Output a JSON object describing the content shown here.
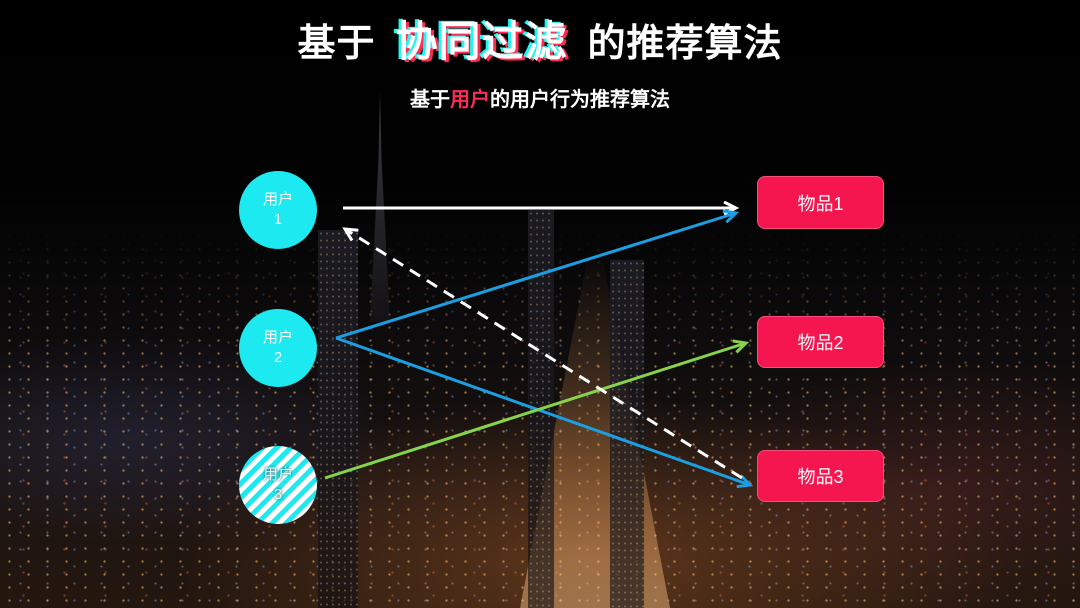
{
  "slide": {
    "title": {
      "prefix": "基于",
      "highlight": "协同过滤",
      "suffix": "的推荐算法"
    },
    "subtitle": {
      "prefix": "基于",
      "highlight": "用户",
      "suffix": "的用户行为推荐算法"
    }
  },
  "users": [
    {
      "label": "用户",
      "number": "1"
    },
    {
      "label": "用户",
      "number": "2"
    },
    {
      "label": "用户",
      "number": "3"
    }
  ],
  "items": [
    {
      "label": "物品1"
    },
    {
      "label": "物品2"
    },
    {
      "label": "物品3"
    }
  ],
  "colors": {
    "user": "#1de9f0",
    "item": "#f5154f",
    "glitch_cyan": "#25f4ee",
    "glitch_red": "#fe2c55",
    "link_blue": "#1a9fe3",
    "link_green": "#86d34c",
    "link_white": "#ffffff"
  }
}
